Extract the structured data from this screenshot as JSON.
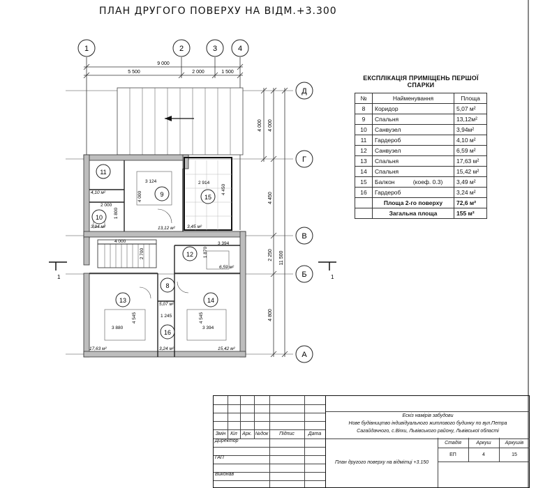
{
  "sheet": {
    "title": "ПЛАН ДРУГОГО ПОВЕРХУ НА ВІДМ.+3.300"
  },
  "axes": {
    "vertical": [
      "1",
      "2",
      "3",
      "4"
    ],
    "horizontal": [
      "Д",
      "Г",
      "В",
      "Б",
      "А"
    ]
  },
  "dimensions": {
    "top_total": "9 000",
    "top_segments": [
      "5 500",
      "2 000",
      "1 500"
    ],
    "right_segments": [
      "4 000",
      "4 450",
      "2 250",
      "4 800"
    ],
    "right_inner": "4 000",
    "right_total": "11 500"
  },
  "rooms": [
    {
      "no": "11",
      "area": "4,10 м²",
      "dim": ""
    },
    {
      "no": "9",
      "area": "13,12 м²",
      "dim": "3 124"
    },
    {
      "no": "15",
      "area": "3,45 м²",
      "dim": "2 914"
    },
    {
      "no": "10",
      "area": "3,94 м²",
      "dim": "2 000"
    },
    {
      "no": "12",
      "area": "6,59 м²",
      "dim": "3 394"
    },
    {
      "no": "8",
      "area": "5,07 м²",
      "dim": ""
    },
    {
      "no": "13",
      "area": "17,63 м²",
      "dim": "3 880"
    },
    {
      "no": "14",
      "area": "15,42 м²",
      "dim": "3 394"
    },
    {
      "no": "16",
      "area": "3,24 м²",
      "dim": "1 245"
    }
  ],
  "inner_dims": {
    "d4000a": "4 000",
    "d4450": "4 450",
    "d1800": "1 800",
    "d4000b": "4 000",
    "d2700": "2 700",
    "d1870": "1 870",
    "d4545a": "4 545",
    "d4545b": "4 545"
  },
  "section_marks": [
    "1",
    "1"
  ],
  "explication": {
    "title": "ЕКСПЛІКАЦІЯ ПРИМІЩЕНЬ ПЕРШОЇ СПАРКИ",
    "headers": [
      "№",
      "Найменування",
      "Площа"
    ],
    "rows": [
      {
        "no": "8",
        "name": "Коридор",
        "note": "",
        "area": "5,07 м²"
      },
      {
        "no": "9",
        "name": "Спальня",
        "note": "",
        "area": "13,12м²"
      },
      {
        "no": "10",
        "name": "Санвузел",
        "note": "",
        "area": "3,94м²"
      },
      {
        "no": "11",
        "name": "Гардероб",
        "note": "",
        "area": "4,10 м²"
      },
      {
        "no": "12",
        "name": "Санвузел",
        "note": "",
        "area": "6,59 м²"
      },
      {
        "no": "13",
        "name": "Спальня",
        "note": "",
        "area": "17,63 м²"
      },
      {
        "no": "14",
        "name": "Спальня",
        "note": "",
        "area": "15,42 м²"
      },
      {
        "no": "15",
        "name": "Балкон",
        "note": "(коеф. 0.3)",
        "area": "3,49 м²"
      },
      {
        "no": "16",
        "name": "Гардероб",
        "note": "",
        "area": "3,24 м²"
      }
    ],
    "floor_total_label": "Площа 2-го поверху",
    "floor_total": "72,6 м²",
    "total_label": "Загальна площа",
    "total": "155 м²"
  },
  "title_block": {
    "col_headers": [
      "Змін",
      "Кіл",
      "Арк.",
      "№док",
      "Підпис",
      "Дата"
    ],
    "roles": [
      "Директор",
      "ГАП",
      "Виконав"
    ],
    "project_line1": "Ескіз намірів забудови",
    "project_line2": "Нове будівництво індивідуального житлового будинку по вул.Петра",
    "project_line3": "Сагайдачного, с.Birки, Львівського району, Львівської області",
    "sheet_name": "План другого поверху на відмітці +3.150",
    "stage_label": "Стадія",
    "sheet_label": "Аркуш",
    "sheets_label": "Аркушів",
    "stage": "ЕП",
    "sheet": "4",
    "sheets": "15"
  }
}
